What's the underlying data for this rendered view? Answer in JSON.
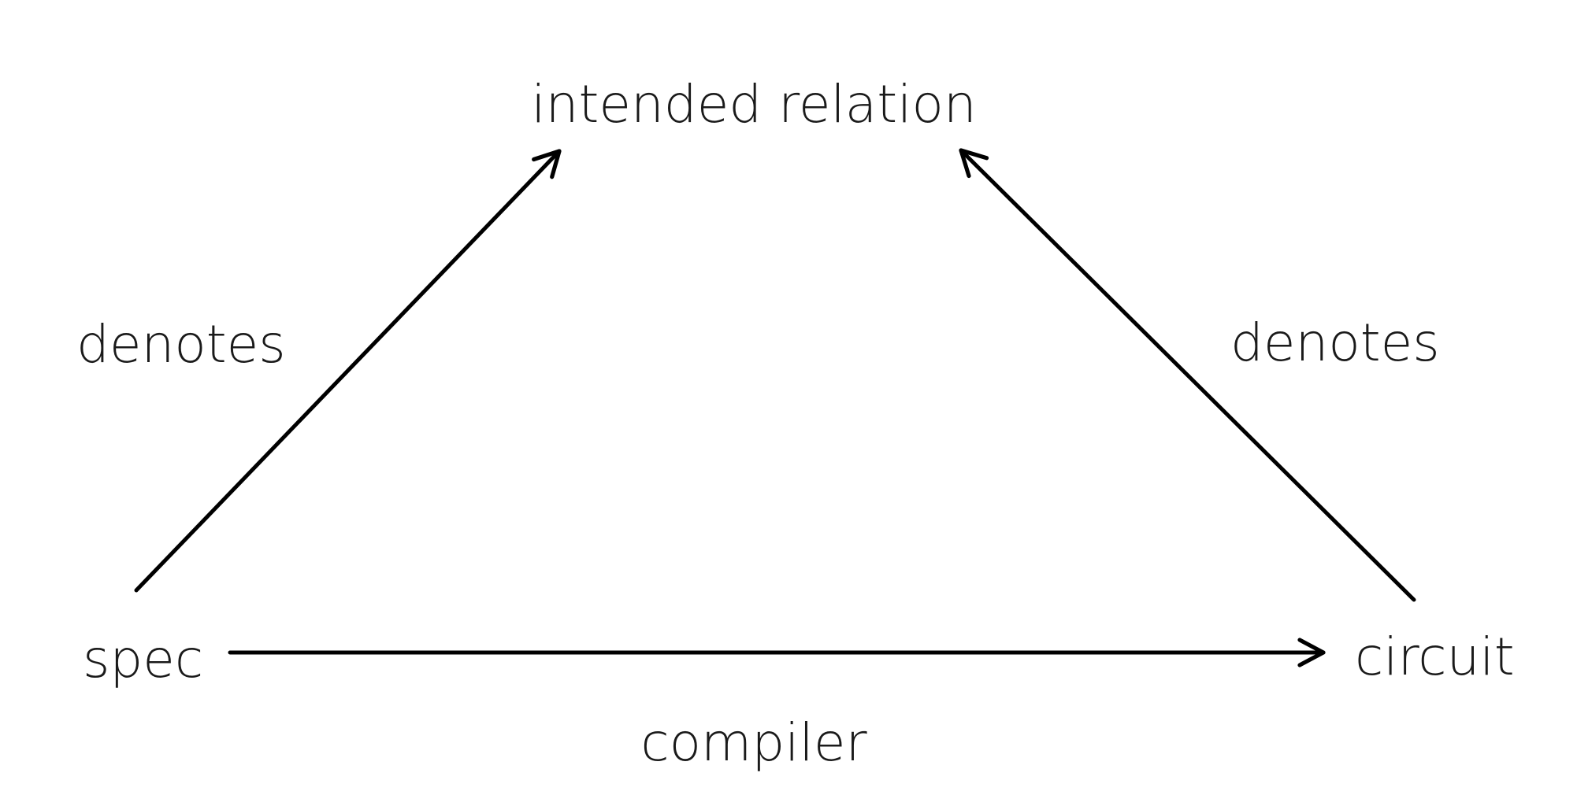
{
  "nodes": {
    "intended_relation": "intended relation",
    "spec": "spec",
    "circuit": "circuit"
  },
  "edges": {
    "spec_to_intended": "denotes",
    "circuit_to_intended": "denotes",
    "spec_to_circuit": "compiler"
  },
  "colors": {
    "ink": "#000000",
    "text": "#1a1a1a",
    "background": "#ffffff"
  }
}
